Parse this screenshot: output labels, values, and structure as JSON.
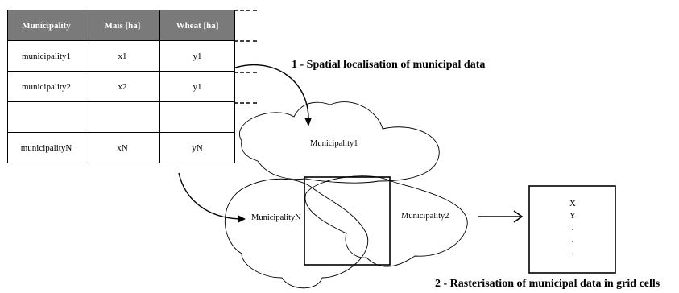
{
  "table": {
    "headers": [
      "Municipality",
      "Mais [ha]",
      "Wheat [ha]"
    ],
    "rows": [
      [
        "municipality1",
        "x1",
        "y1"
      ],
      [
        "municipality2",
        "x2",
        "y1"
      ],
      [
        "municipalityN",
        "xN",
        "yN"
      ]
    ]
  },
  "steps": {
    "step1": "1 - Spatial localisation of municipal data",
    "step2": "2 - Rasterisation of municipal data in grid cells"
  },
  "regions": {
    "m1": "Municipality1",
    "mn": "MunicipalityN",
    "m2": "Municipality2"
  },
  "grid_cell": {
    "x": "X",
    "y": "Y",
    "dot": "."
  }
}
